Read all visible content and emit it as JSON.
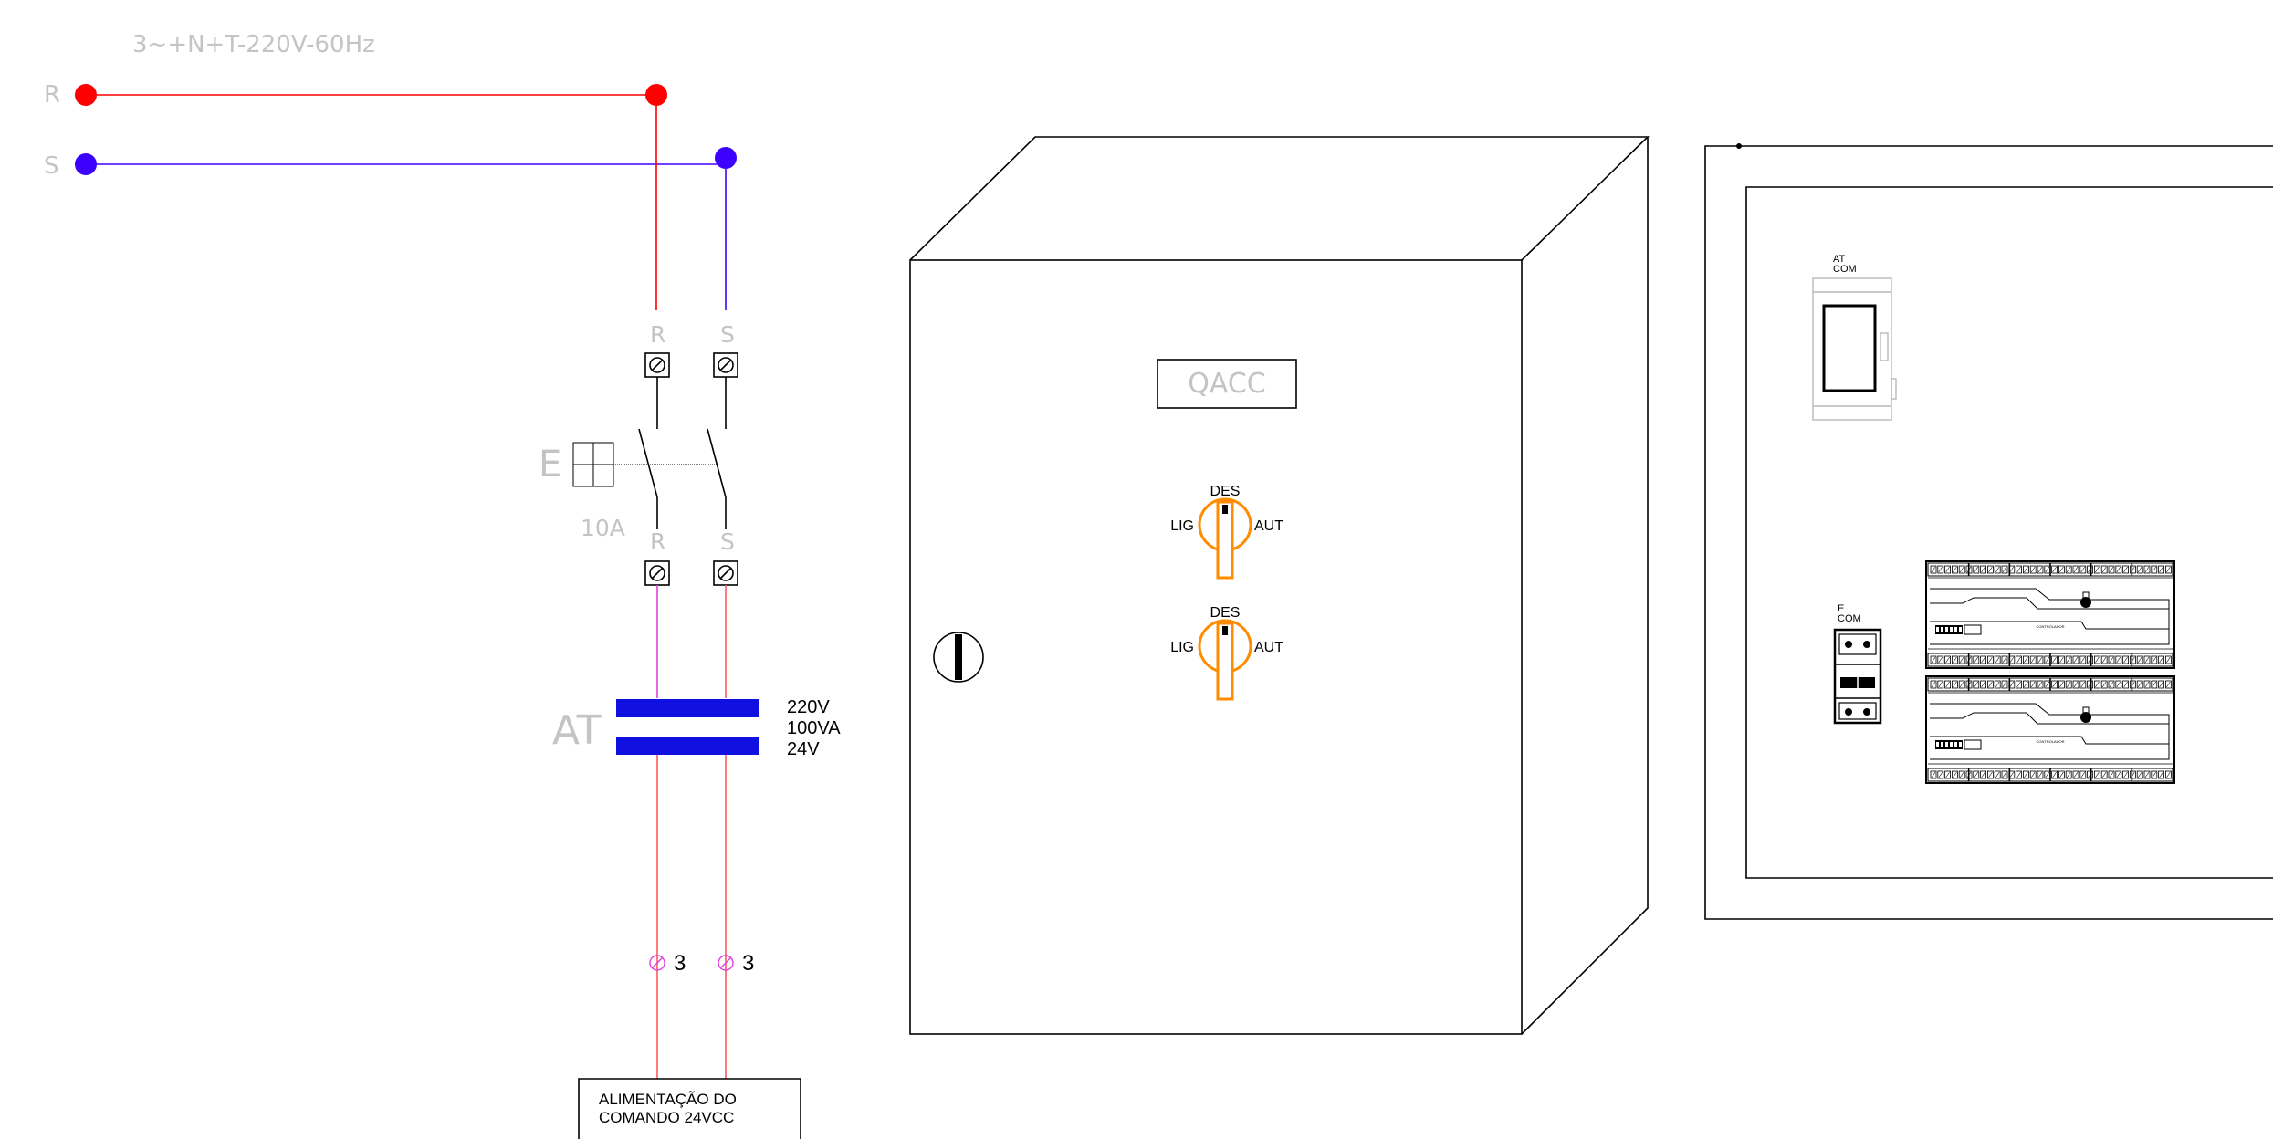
{
  "schematic": {
    "supply_title": "3~+N+T-220V-60Hz",
    "phase_r_label": "R",
    "phase_s_label": "S",
    "breaker": {
      "label": "E",
      "rating": "10A",
      "terminal_top_r": "R",
      "terminal_top_s": "S",
      "terminal_bottom_r": "R",
      "terminal_bottom_s": "S"
    },
    "transformer": {
      "label": "AT",
      "specs": [
        "220V",
        "100VA",
        "24V"
      ]
    },
    "outputs": {
      "wire_r": "3",
      "wire_s": "3"
    },
    "output_box": {
      "line1": "ALIMENTAÇÃO DO",
      "line2": "COMANDO 24VCC"
    }
  },
  "panel_front": {
    "nameplate": "QACC",
    "switches": [
      {
        "top": "DES",
        "left": "LIG",
        "right": "AUT"
      },
      {
        "top": "DES",
        "left": "LIG",
        "right": "AUT"
      }
    ]
  },
  "panel_interior": {
    "transformer_tag": {
      "line1": "AT",
      "line2": "COM"
    },
    "breaker_tag": {
      "line1": "E",
      "line2": "COM"
    },
    "controller_caption": "CONTROLADOR"
  },
  "colors": {
    "phase_r": "#ff0000",
    "phase_s": "#3c00ff",
    "wire_r": "#ff5a5a",
    "wire_magenta": "#e040e0",
    "transformer": "#1010e0",
    "selector": "#ff8c00",
    "cad_text": "#c4c4c4"
  }
}
